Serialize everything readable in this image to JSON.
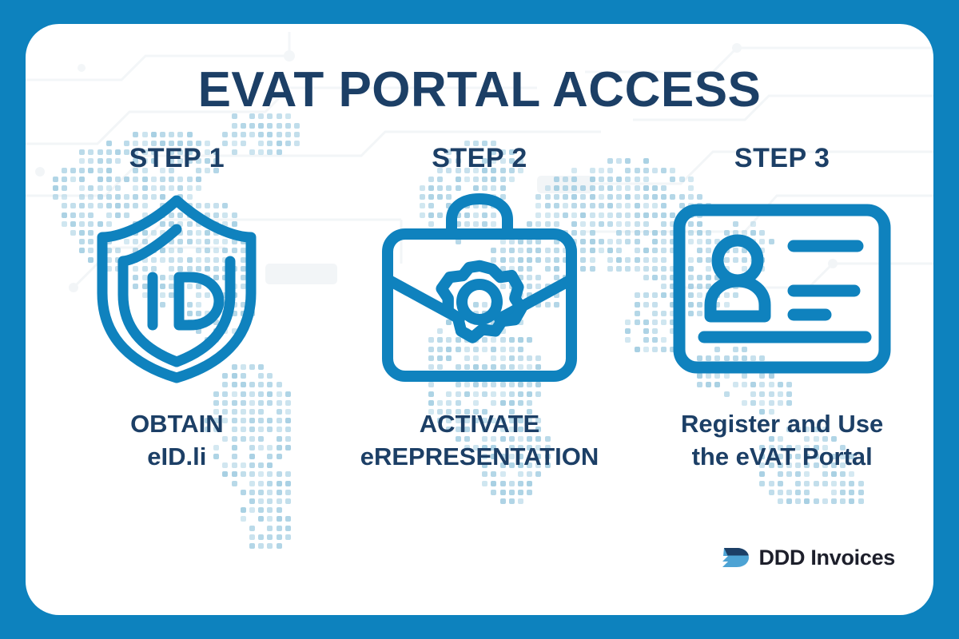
{
  "theme": {
    "frame_color": "#0d82be",
    "card_color": "#ffffff",
    "heading_color": "#1c3f66",
    "icon_color": "#0f82be",
    "map_dot_color": "#9ecbe0",
    "logo_text_color": "#1d1f2b",
    "logo_mark_dark": "#1c3f66",
    "logo_mark_light": "#4da3d4"
  },
  "header": {
    "title": "EVAT PORTAL ACCESS"
  },
  "steps": [
    {
      "label": "STEP 1",
      "icon": "shield-id-icon",
      "caption_line1": "OBTAIN",
      "caption_line2": "eID.li"
    },
    {
      "label": "STEP 2",
      "icon": "briefcase-gear-icon",
      "caption_line1": "ACTIVATE",
      "caption_line2": "eREPRESENTATION"
    },
    {
      "label": "STEP 3",
      "icon": "id-card-icon",
      "caption_line1": "Register and Use",
      "caption_line2": "the eVAT Portal"
    }
  ],
  "logo": {
    "mark": "ddd-invoices-logo-mark",
    "text": "DDD Invoices"
  }
}
